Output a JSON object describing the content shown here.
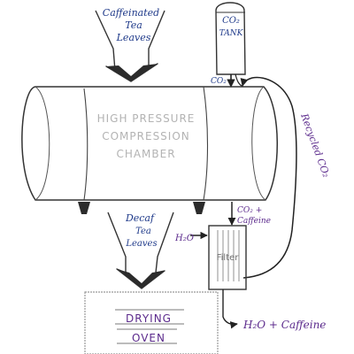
{
  "labels": {
    "input_leaves": [
      "Caffeinated",
      "Tea",
      "Leaves"
    ],
    "co2_tank": [
      "CO₂",
      "TANK"
    ],
    "co2_inlet": "CO₂",
    "recycled_co2": "Recycled CO₂",
    "chamber": [
      "HIGH PRESSURE",
      "COMPRESSION",
      "CHAMBER"
    ],
    "decaf_leaves": [
      "Decaf",
      "Tea",
      "Leaves"
    ],
    "co2_caffeine": [
      "CO₂ +",
      "Caffeine"
    ],
    "h2o_in": "H₂O",
    "filter": "Filter",
    "h2o_caffeine_out": "H₂O + Caffeine",
    "oven": [
      "DRYING",
      "OVEN"
    ]
  }
}
